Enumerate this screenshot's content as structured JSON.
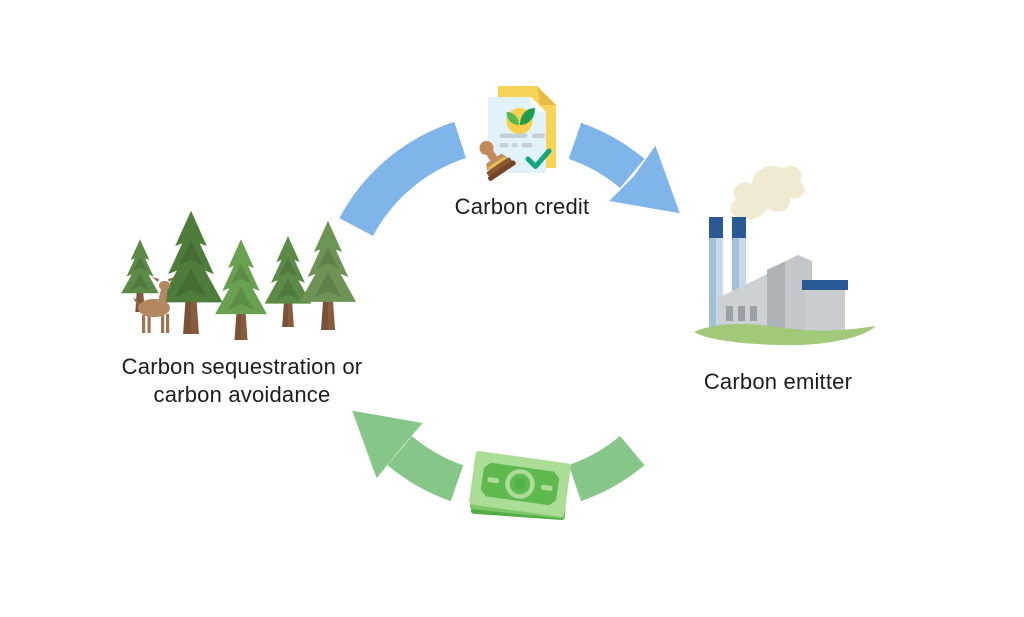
{
  "diagram": {
    "nodes": {
      "credit": {
        "label": "Carbon credit"
      },
      "emitter": {
        "label": "Carbon emitter"
      },
      "sequestration": {
        "label_line1": "Carbon sequestration or",
        "label_line2": "carbon avoidance"
      }
    },
    "icons": {
      "credit": "certificate-with-stamp",
      "emitter": "factory-with-smoke",
      "sequestration": "pine-forest-with-deer",
      "payment": "banknote-stack"
    },
    "colors": {
      "credit_arrows": "#7FB5E8",
      "payment_arrows": "#86C688",
      "label_text": "#1D1D1F",
      "background": "#FFFFFF"
    }
  }
}
